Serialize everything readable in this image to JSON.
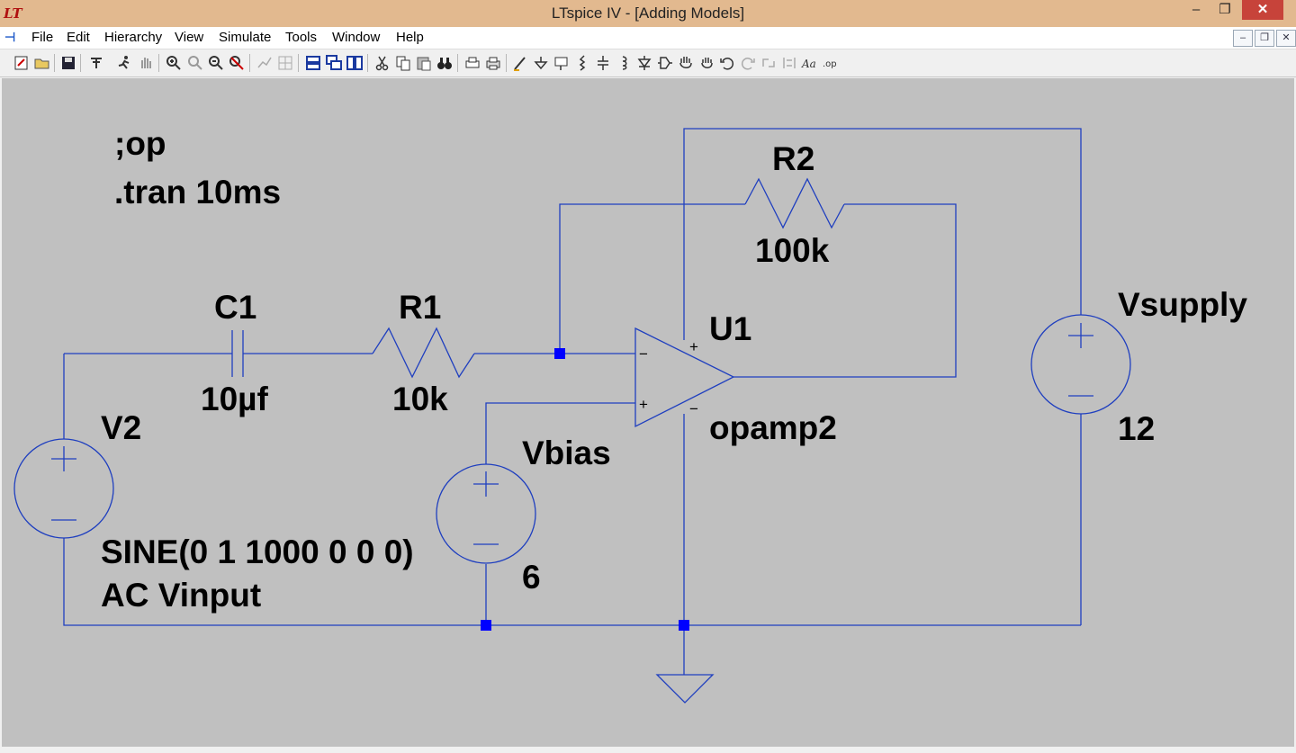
{
  "window": {
    "title": "LTspice IV - [Adding Models]",
    "app_icon": "LT",
    "minimize": "–",
    "maximize": "❐",
    "close": "✕"
  },
  "menu": {
    "items": [
      "File",
      "Edit",
      "Hierarchy",
      "View",
      "Simulate",
      "Tools",
      "Window",
      "Help"
    ],
    "mdi": [
      "–",
      "❐",
      "✕"
    ]
  },
  "toolbar": {
    "icons": [
      "new-schematic-icon",
      "open-icon",
      "save-icon",
      "control-panel-icon",
      "run-icon",
      "halt-icon",
      "zoom-in-icon",
      "zoom-pan-icon",
      "zoom-out-icon",
      "zoom-fit-icon",
      "autorange-icon",
      "grid-icon",
      "tile-horizontal-icon",
      "cascade-icon",
      "tile-vertical-icon",
      "cut-icon",
      "copy-icon",
      "paste-icon",
      "find-icon",
      "print-setup-icon",
      "print-icon",
      "wire-icon",
      "ground-icon",
      "label-net-icon",
      "resistor-icon",
      "capacitor-icon",
      "inductor-icon",
      "diode-icon",
      "component-icon",
      "move-icon",
      "drag-icon",
      "undo-icon",
      "redo-icon",
      "rotate-icon",
      "mirror-icon",
      "text-icon",
      "spice-directive-icon"
    ]
  },
  "schematic": {
    "directives": [
      ";op",
      ".tran 10ms"
    ],
    "components": {
      "C1": {
        "name": "C1",
        "value": "10µf"
      },
      "R1": {
        "name": "R1",
        "value": "10k"
      },
      "R2": {
        "name": "R2",
        "value": "100k"
      },
      "U1": {
        "name": "U1",
        "value": "opamp2"
      },
      "V2": {
        "name": "V2",
        "value_line1": "SINE(0 1 1000 0 0 0)",
        "value_line2": "AC Vinput"
      },
      "Vbias": {
        "name": "Vbias",
        "value": "6"
      },
      "Vsupply": {
        "name": "Vsupply",
        "value": "12"
      }
    },
    "pin_plus": "+",
    "pin_minus": "−",
    "colors": {
      "wire": "#1f3fbf",
      "node": "#0000ff",
      "background": "#c0c0c0",
      "text": "#000000"
    }
  }
}
